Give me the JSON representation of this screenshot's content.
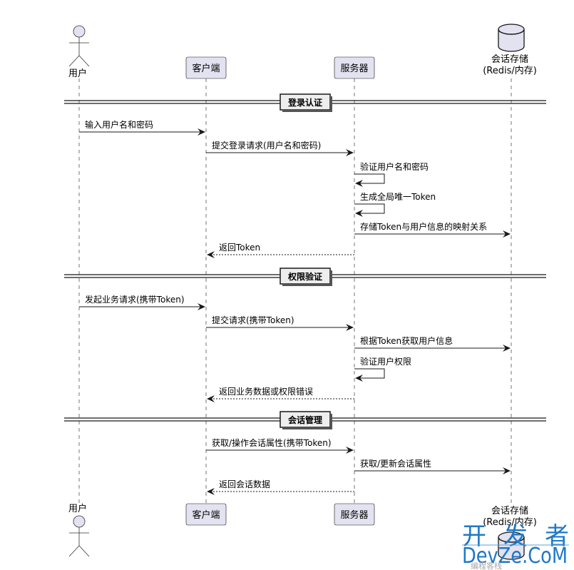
{
  "participants": [
    {
      "id": "user",
      "label": "用户",
      "type": "actor"
    },
    {
      "id": "client",
      "label": "客户端",
      "type": "participant"
    },
    {
      "id": "server",
      "label": "服务器",
      "type": "participant"
    },
    {
      "id": "store",
      "label_lines": [
        "会话存储",
        "(Redis/内存)"
      ],
      "type": "database"
    }
  ],
  "dividers": [
    {
      "label": "登录认证"
    },
    {
      "label": "权限验证"
    },
    {
      "label": "会话管理"
    }
  ],
  "messages": [
    {
      "section": 0,
      "from": "user",
      "to": "client",
      "label": "输入用户名和密码",
      "style": "solid"
    },
    {
      "section": 0,
      "from": "client",
      "to": "server",
      "label": "提交登录请求(用户名和密码)",
      "style": "solid"
    },
    {
      "section": 0,
      "from": "server",
      "to": "server",
      "label": "验证用户名和密码",
      "style": "self"
    },
    {
      "section": 0,
      "from": "server",
      "to": "server",
      "label": "生成全局唯一Token",
      "style": "self"
    },
    {
      "section": 0,
      "from": "server",
      "to": "store",
      "label": "存储Token与用户信息的映射关系",
      "style": "solid"
    },
    {
      "section": 0,
      "from": "server",
      "to": "client",
      "label": "返回Token",
      "style": "dashed"
    },
    {
      "section": 1,
      "from": "user",
      "to": "client",
      "label": "发起业务请求(携带Token)",
      "style": "solid"
    },
    {
      "section": 1,
      "from": "client",
      "to": "server",
      "label": "提交请求(携带Token)",
      "style": "solid"
    },
    {
      "section": 1,
      "from": "server",
      "to": "store",
      "label": "根据Token获取用户信息",
      "style": "solid"
    },
    {
      "section": 1,
      "from": "server",
      "to": "server",
      "label": "验证用户权限",
      "style": "self"
    },
    {
      "section": 1,
      "from": "server",
      "to": "client",
      "label": "返回业务数据或权限错误",
      "style": "dashed"
    },
    {
      "section": 2,
      "from": "client",
      "to": "server",
      "label": "获取/操作会话属性(携带Token)",
      "style": "solid"
    },
    {
      "section": 2,
      "from": "server",
      "to": "store",
      "label": "获取/更新会话属性",
      "style": "solid"
    },
    {
      "section": 2,
      "from": "server",
      "to": "client",
      "label": "返回会话数据",
      "style": "dashed"
    }
  ],
  "watermark": {
    "line1": [
      "开",
      "发",
      "者"
    ],
    "line2": "DevZe.CoM",
    "line3": "编程客栈"
  },
  "colors": {
    "participant_fill": "#e2e2f0",
    "participant_border": "#181818",
    "divider_fill": "#eeeeee",
    "line": "#181818",
    "watermark": "#1f78c8"
  }
}
